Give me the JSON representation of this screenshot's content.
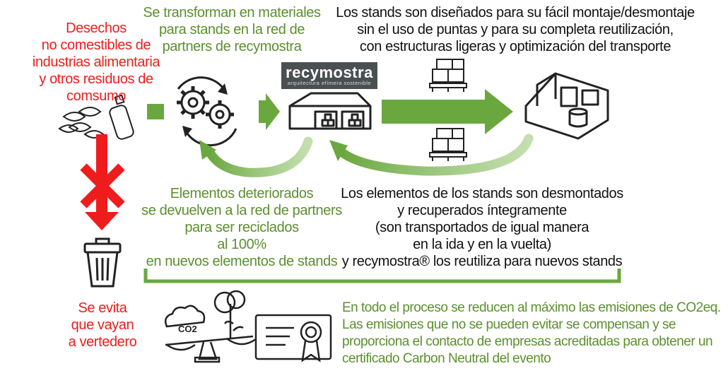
{
  "texts": {
    "waste_source": [
      "Desechos",
      "no comestibles de",
      "industrias alimentaria",
      "y otros residuos de",
      "comsumo"
    ],
    "transform": [
      "Se transforman en materiales",
      "para stands en la red de",
      "partners de recymostra"
    ],
    "design": [
      "Los stands son diseñados para su fácil montaje/desmontaje",
      "sin el uso de puntas y para su completa reutilización,",
      "con estructuras ligeras y optimización del transporte"
    ],
    "deteriorated": [
      "Elementos deteriorados",
      "se devuelven a la red de partners",
      "para ser reciclados",
      "al 100%",
      "en nuevos elementos de stands"
    ],
    "dismantled": [
      "Los elementos de los stands son desmontados",
      "y recuperados íntegramente",
      "(son transportados de igual manera",
      "en la ida y en la vuelta)",
      "y recymostra® los reutiliza para nuevos stands"
    ],
    "avoid": [
      "Se evita",
      "que vayan",
      "a vertedero"
    ],
    "emissions": [
      "En todo el proceso se reducen al máximo las emisiones de CO2eq.",
      "Las emisiones que no se pueden evitar se compensan y se",
      "proporciona el contacto de empresas acreditadas para obtener un",
      "certificado Carbon Neutral del evento"
    ]
  },
  "logo": {
    "name": "recymostra",
    "tagline": "arquitectura  efímera  sostenible"
  },
  "co2_label": "CO2",
  "colors": {
    "red": "#ee1c1c",
    "green": "#5b8f2e",
    "arrow_green": "#6aa83f",
    "logo_bg": "#4a5052"
  },
  "icons": [
    "waste-icon",
    "gears-cycle-icon",
    "warehouse-icon",
    "pallet-boxes-icon",
    "stand-booth-icon",
    "trash-bin-icon",
    "red-cross-icon",
    "co2-scale-tree-icon",
    "certificate-icon"
  ]
}
